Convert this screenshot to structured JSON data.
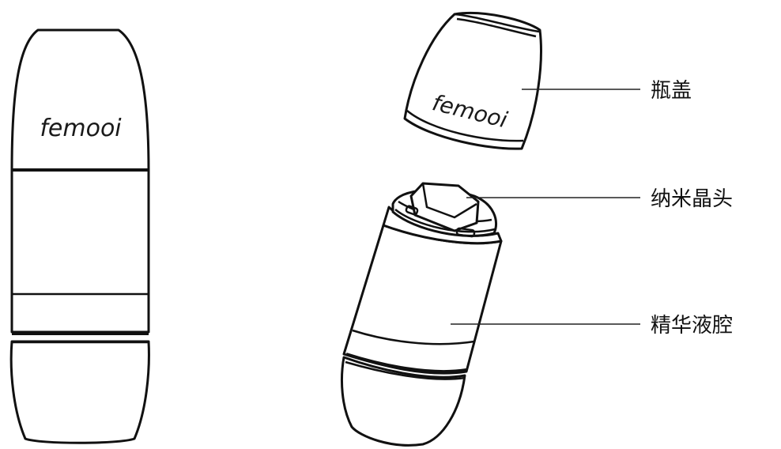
{
  "brand_text": "femooi",
  "labels": {
    "cap": "瓶盖",
    "nano_crystal_head": "纳米晶头",
    "serum_chamber": "精华液腔"
  }
}
